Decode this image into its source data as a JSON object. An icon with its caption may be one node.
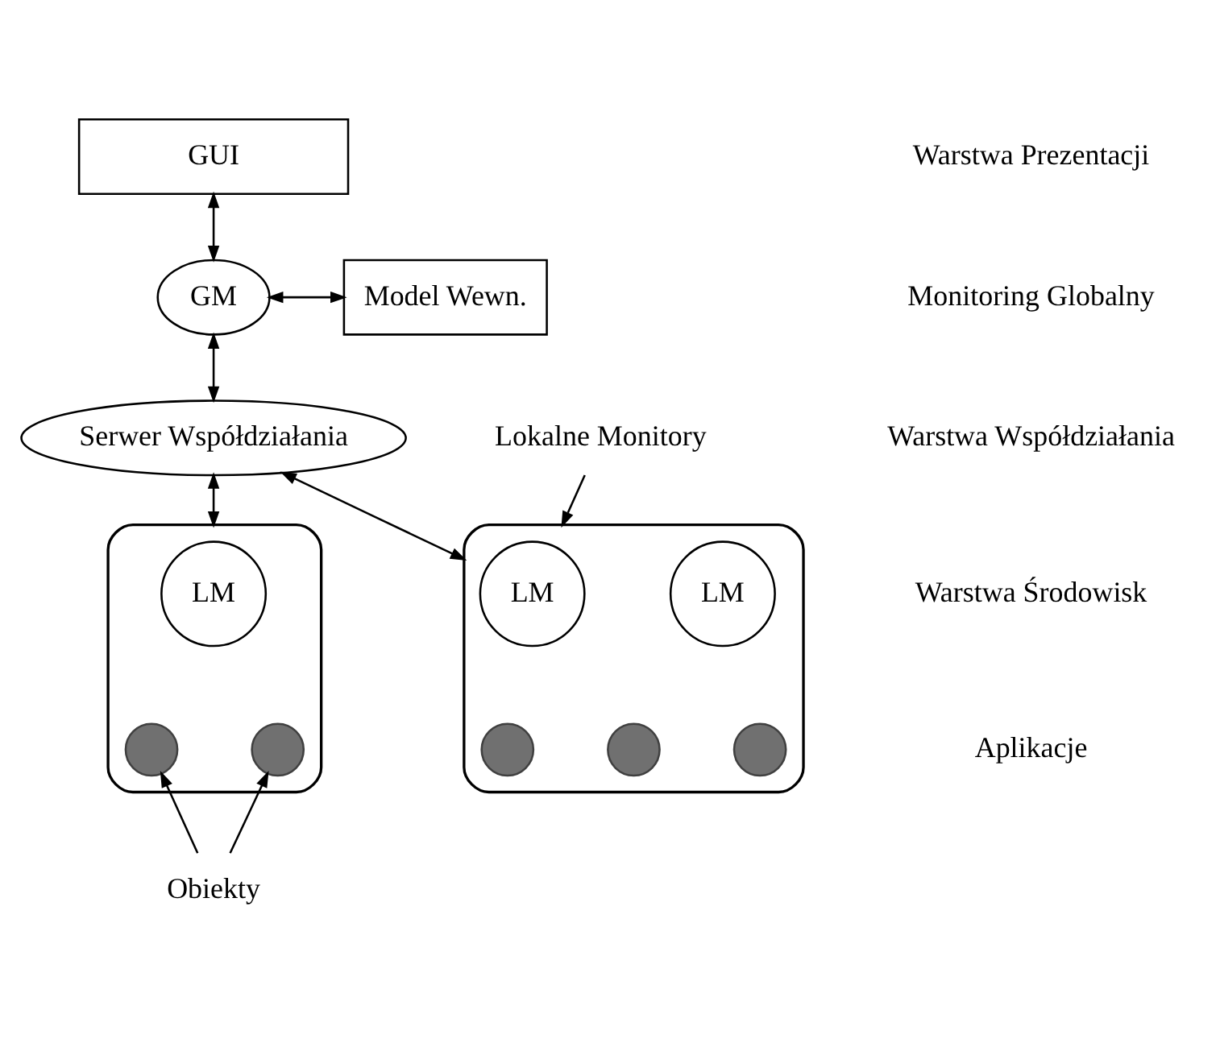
{
  "diagram": {
    "nodes": [
      {
        "text": [
          "GUI"
        ]
      },
      {
        "text": [
          "GM"
        ]
      },
      {
        "text": [
          "Model Wewn."
        ]
      },
      {
        "text": [
          "Serwer Współdziałania"
        ]
      },
      {
        "text": [],
        "shape": "cloud"
      },
      {
        "text": [
          "LM"
        ],
        "in": 4
      },
      {
        "text": [],
        "shape": "circle",
        "in": 4
      },
      {
        "text": [],
        "shape": "circle",
        "in": 4
      },
      {
        "text": [],
        "shape": "cloud"
      },
      {
        "text": [
          "LM"
        ],
        "in": 8
      },
      {
        "text": [
          "LM"
        ],
        "in": 8
      },
      {
        "text": [],
        "shape": "circle",
        "in": 8
      },
      {
        "text": [],
        "shape": "circle",
        "in": 8
      },
      {
        "text": [],
        "shape": "circle",
        "in": 8
      },
      {
        "text": [
          "Lokalne Monitory"
        ]
      },
      {
        "text": [
          "Obiekty"
        ]
      }
    ],
    "edges": [
      {
        "from": 0,
        "to": 1,
        "arrow": "both"
      },
      {
        "from": 1,
        "to": 2,
        "arrow": "both"
      },
      {
        "from": 1,
        "to": 3,
        "arrow": "both"
      },
      {
        "from": 3,
        "to": 4,
        "arrow": "both"
      },
      {
        "from": 3,
        "to": 8,
        "arrow": "both"
      },
      {
        "from": 14,
        "to": 8,
        "arrow": "to"
      },
      {
        "from": 15,
        "to": 6,
        "arrow": "to"
      },
      {
        "from": 15,
        "to": 7,
        "arrow": "to"
      }
    ],
    "labels": [
      "Warstwa Prezentacji",
      "Monitoring Globalny",
      "Warstwa Współdziałania",
      "Warstwa Środowisk",
      "Aplikacje"
    ]
  }
}
